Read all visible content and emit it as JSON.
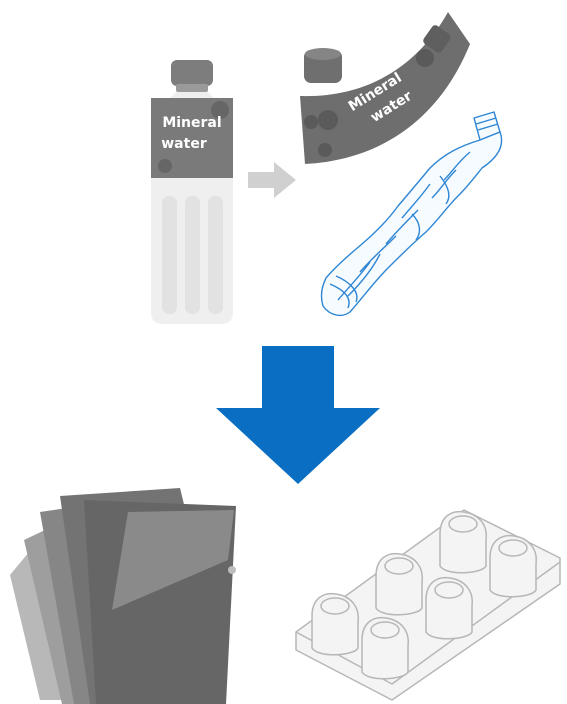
{
  "bottle": {
    "label_line1": "Mineral",
    "label_line2": "water"
  },
  "removed_label": {
    "line1": "Mineral",
    "line2": "water"
  },
  "colors": {
    "arrow_blue": "#0a6fc2",
    "small_arrow": "#d0d0d0",
    "label_gray": "#777777",
    "outline_blue": "#2e86d4"
  },
  "icons": [
    "pet-bottle",
    "bottle-cap",
    "bottle-label",
    "crushed-bottle",
    "down-arrow",
    "clear-folders",
    "egg-carton"
  ]
}
